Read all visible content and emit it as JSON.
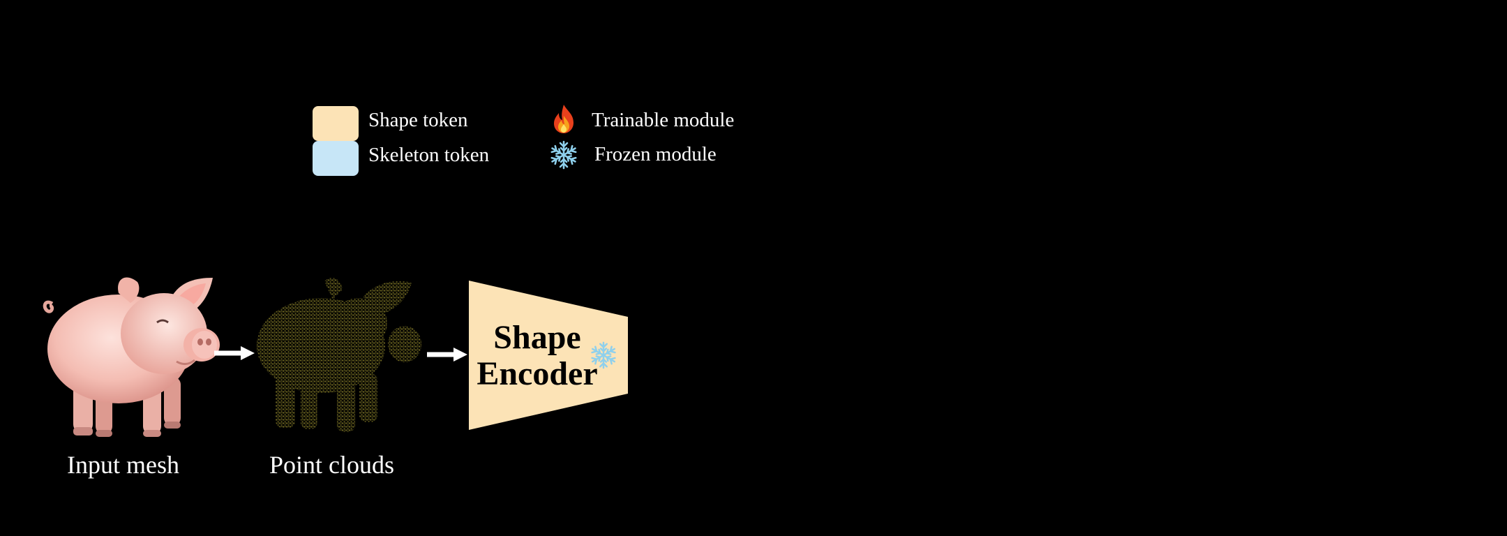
{
  "legend": {
    "items": [
      {
        "label": "Shape token",
        "color": "#fce3b6"
      },
      {
        "label": "Skeleton token",
        "color": "#c7e6f7"
      },
      {
        "label": "Trainable module",
        "icon": "fire-icon"
      },
      {
        "label": "Frozen module",
        "icon": "snowflake-icon"
      }
    ]
  },
  "pipeline": {
    "input_mesh_label": "Input mesh",
    "point_clouds_label": "Point clouds",
    "encoder": {
      "line1": "Shape",
      "line2": "Encoder",
      "color": "#fce3b6",
      "status_icon": "snowflake-icon"
    }
  },
  "colors": {
    "background": "#000000",
    "point_cloud": "#6b6420",
    "arrow": "#ffffff",
    "snowflake": "#8fd0ec"
  }
}
